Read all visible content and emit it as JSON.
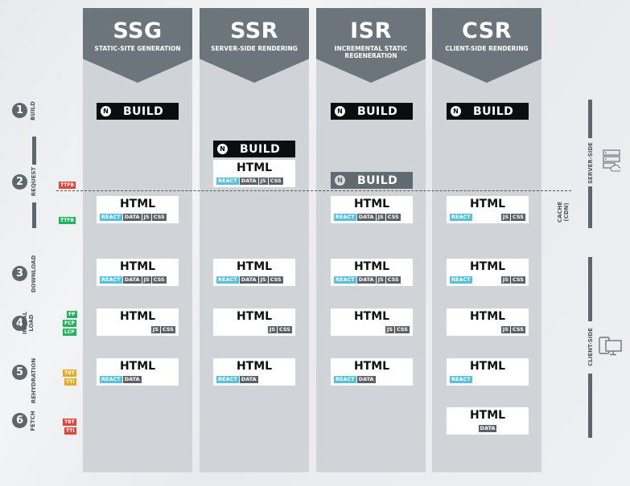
{
  "columns": [
    {
      "abbr": "SSG",
      "full": "STATIC-SITE GENERATION"
    },
    {
      "abbr": "SSR",
      "full": "SERVER-SIDE RENDERING"
    },
    {
      "abbr": "ISR",
      "full": "INCREMENTAL STATIC REGENERATION"
    },
    {
      "abbr": "CSR",
      "full": "CLIENT-SIDE RENDERING"
    }
  ],
  "steps": [
    {
      "num": "1",
      "label": "BUILD"
    },
    {
      "num": "2",
      "label": "REQUEST"
    },
    {
      "num": "3",
      "label": "DOWNLOAD"
    },
    {
      "num": "4",
      "label": "INITIAL LOAD"
    },
    {
      "num": "5",
      "label": "REHYDRATION"
    },
    {
      "num": "6",
      "label": "FETCH"
    }
  ],
  "metrics": {
    "ttfb": "TTFB",
    "fp": "FP",
    "fcp": "FCP",
    "lcp": "LCP",
    "tbt": "TBT",
    "tti": "TTI"
  },
  "labels": {
    "build": "BUILD",
    "html": "HTML",
    "n_logo": "N",
    "server_side": "SERVER-SIDE",
    "cache": "CACHE (CDN)",
    "client_side": "CLIENT-SIDE"
  },
  "tags": {
    "react": "REACT",
    "data": "DATA",
    "js": "JS",
    "css": "CSS"
  },
  "icons": {
    "server": "server-icon",
    "client": "devices-icon"
  },
  "colors": {
    "header": "#6c757c",
    "column": "#d0d4d9",
    "build_bar": "#0c0d0f",
    "react_tag": "#56c1d9",
    "dark_tag": "#5a6268",
    "red": "#e0453b",
    "green": "#22b35e",
    "yellow": "#e3ac22"
  }
}
